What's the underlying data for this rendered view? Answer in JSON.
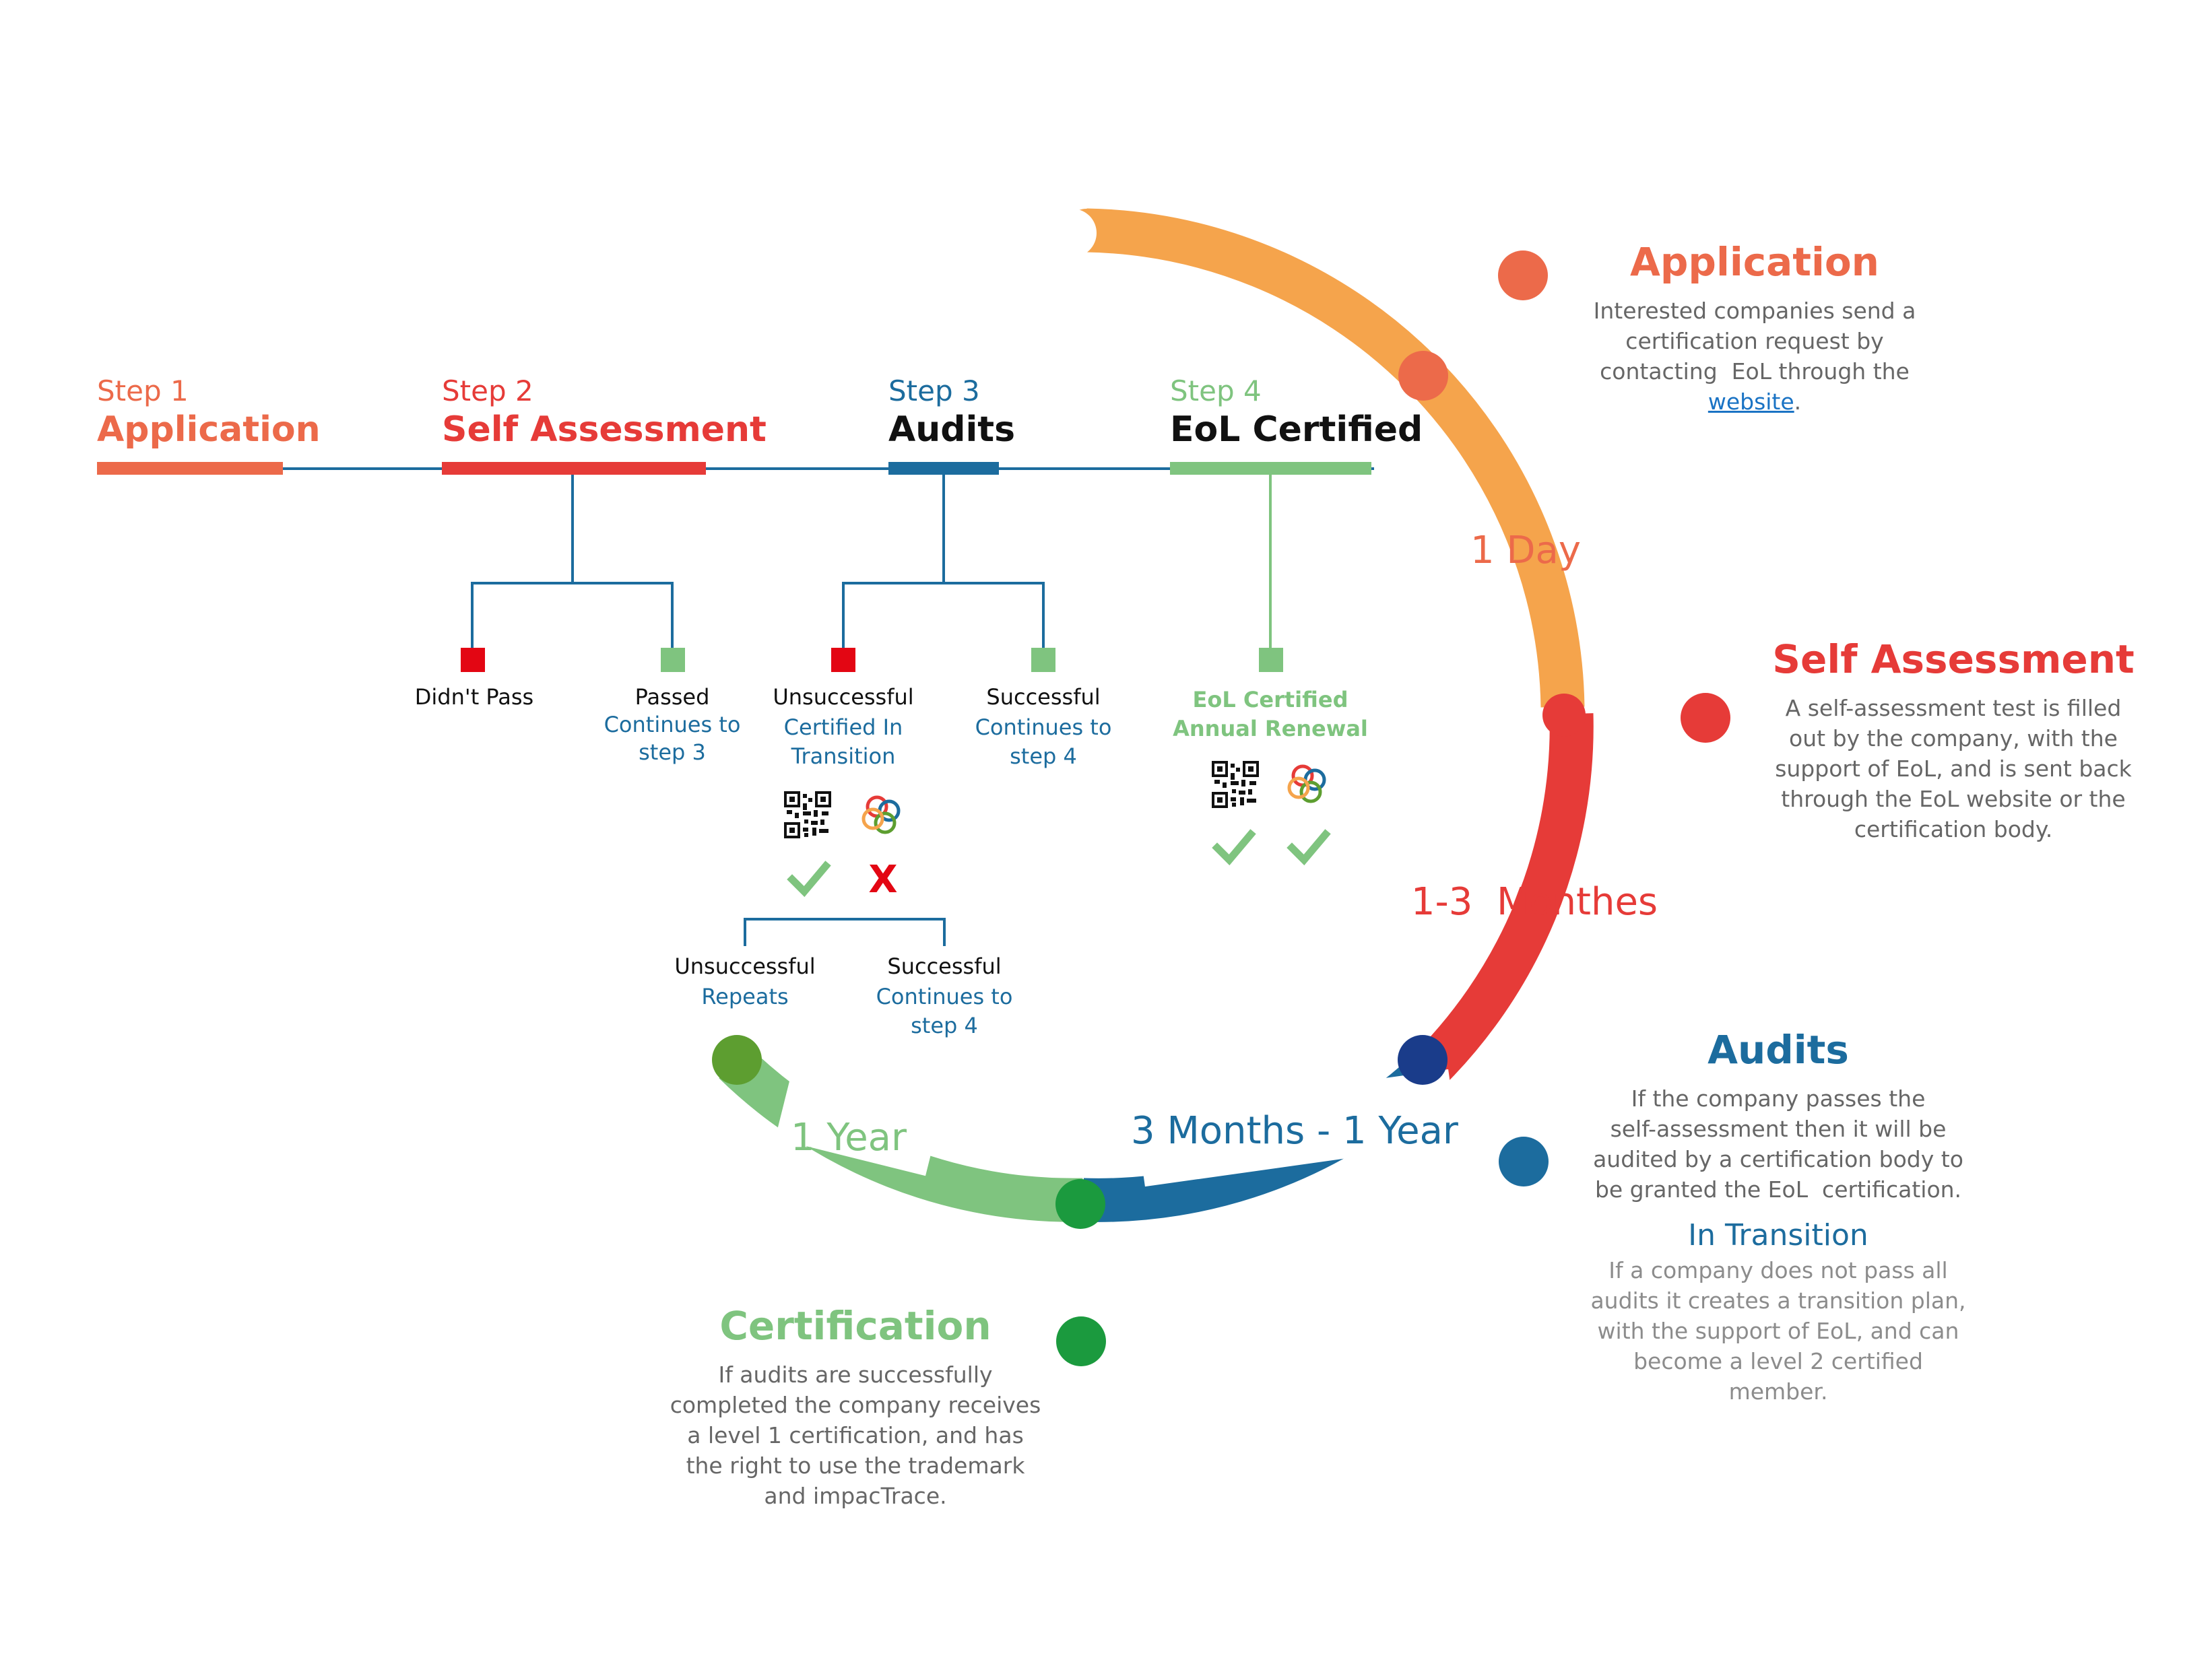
{
  "colors": {
    "orange": "#F5A44C",
    "coral": "#EC6A4A",
    "red": "#E63B38",
    "blue": "#1C6C9E",
    "navy": "#1A3C8A",
    "green": "#7FC47F",
    "dark_green": "#1B9A3E",
    "olive_green": "#5D9E30",
    "line_blue": "#1C6C9E",
    "gray_text": "#666666",
    "light_gray_text": "#8C8C8C",
    "box_red": "#E30613"
  },
  "timeline": {
    "steps": [
      {
        "number": "Step 1",
        "name": "Application"
      },
      {
        "number": "Step 2",
        "name": "Self Assessment"
      },
      {
        "number": "Step 3",
        "name": "Audits"
      },
      {
        "number": "Step 4",
        "name": "EoL Certified"
      }
    ],
    "outcomes": {
      "didnt_pass": "Didn't Pass",
      "passed": "Passed",
      "passed_note": [
        "Continues to",
        "step 3"
      ],
      "unsuccessful": "Unsuccessful",
      "unsuccessful_note": [
        "Certified In",
        "Transition"
      ],
      "successful": "Successful",
      "successful_note": [
        "Continues to",
        "step 4"
      ],
      "certified_note": [
        "EoL Certified",
        "Annual Renewal"
      ],
      "sub_unsuccessful": "Unsuccessful",
      "sub_unsuccessful_note": "Repeats",
      "sub_successful": "Successful",
      "sub_successful_note": [
        "Continues to",
        "step 4"
      ],
      "cross_mark": "X"
    }
  },
  "cycle": {
    "durations": {
      "application": "1 Day",
      "self_assessment": "1-3  Monthes",
      "audits": "3 Months - 1 Year",
      "certification": "1 Year"
    }
  },
  "panels": {
    "application": {
      "title": "Application",
      "lines": [
        "Interested companies send a",
        "certification request by",
        "contacting  EoL through the"
      ],
      "link_text": "website",
      "link_suffix": "."
    },
    "self_assessment": {
      "title": "Self Assessment",
      "lines": [
        "A self-assessment test is filled",
        "out by the company, with the",
        "support of EoL, and is sent back",
        "through the EoL website or the",
        "certification body."
      ]
    },
    "audits": {
      "title": "Audits",
      "lines": [
        "If the company passes the",
        "self-assessment then it will be",
        "audited by a certification body to",
        "be granted the EoL  certification."
      ],
      "subtitle": "In Transition",
      "sub_lines": [
        "If a company does not pass all",
        "audits it creates a transition plan,",
        "with the support of EoL, and can",
        "become a level 2 certified",
        "member."
      ]
    },
    "certification": {
      "title": "Certification",
      "lines": [
        "If audits are successfully",
        "completed the company receives",
        "a level 1 certification, and has",
        "the right to use the trademark",
        "and impacTrace."
      ]
    }
  },
  "icons": [
    "qr-code-icon",
    "rings-logo-icon",
    "check-icon",
    "cross-icon"
  ]
}
